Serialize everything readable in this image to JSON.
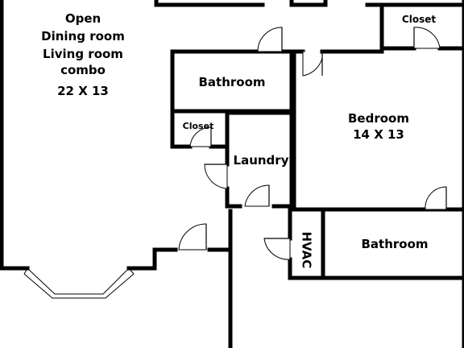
{
  "rooms": {
    "open_living": {
      "line1": "Open",
      "line2": "Dining room",
      "line3": "Living room",
      "line4": "combo",
      "size": "22 X 13"
    },
    "bedroom": {
      "name": "Bedroom",
      "size": "14 X 13"
    },
    "bathroom_upper": {
      "name": "Bathroom"
    },
    "bathroom_lower": {
      "name": "Bathroom"
    },
    "closet_left": {
      "name": "Closet"
    },
    "closet_right": {
      "name": "Closet"
    },
    "laundry": {
      "name": "Laundry"
    },
    "hvac": {
      "name": "HVAC"
    }
  }
}
